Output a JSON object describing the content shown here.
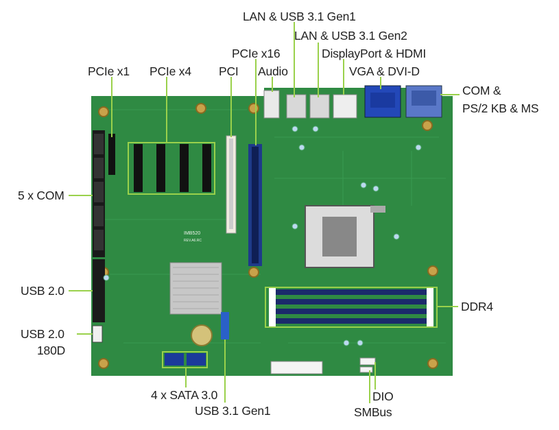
{
  "board": {
    "silkscreen_model": "IMB520",
    "silkscreen_rev": "REV.A6.RC"
  },
  "colors": {
    "pcb": "#2f8a43",
    "callout_line": "#9ad14b",
    "label_text": "#222222",
    "pcie_x16_slot": "#1e3a8a",
    "dimm_slot": "#1b2a6b",
    "pci_slot": "#f1ece0",
    "vga_connector": "#2348b8"
  },
  "labels": {
    "lan_usb_gen1": "LAN & USB 3.1 Gen1",
    "lan_usb_gen2": "LAN & USB 3.1 Gen2",
    "displayport_hdmi": "DisplayPort & HDMI",
    "vga_dvi": "VGA & DVI-D",
    "pcie_x16": "PCIe x16",
    "audio": "Audio",
    "pcie_x1": "PCIe x1",
    "pcie_x4": "PCIe x4",
    "pci": "PCI",
    "com_ps2_line1": "COM &",
    "com_ps2_line2": "PS/2 KB & MS",
    "five_com": "5 x COM",
    "usb20": "USB 2.0",
    "usb20_180d_line1": "USB 2.0",
    "usb20_180d_line2": "180D",
    "ddr4": "DDR4",
    "sata": "4 x SATA 3.0",
    "usb31_gen1": "USB 3.1 Gen1",
    "dio": "DIO",
    "smbus": "SMBus"
  }
}
